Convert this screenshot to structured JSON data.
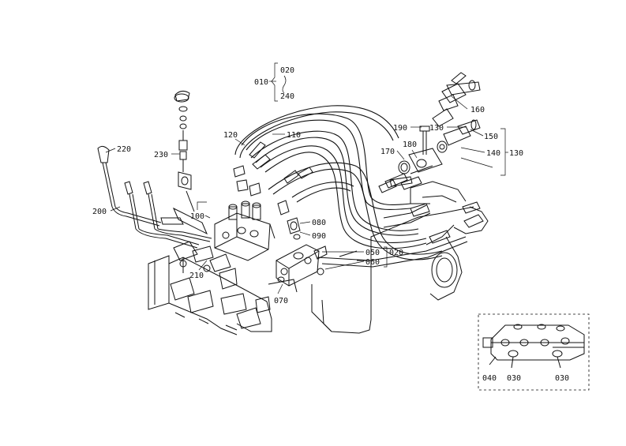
{
  "diagram": {
    "labels": {
      "l010": "010",
      "l020_top": "020",
      "l240": "240",
      "l160": "160",
      "l190": "190",
      "l130_a": "130",
      "l150": "150",
      "l140": "140",
      "l130_b": "130",
      "l120": "120",
      "l110": "110",
      "l170": "170",
      "l180": "180",
      "l220": "220",
      "l230": "230",
      "l200": "200",
      "l100": "100",
      "l080": "080",
      "l090": "090",
      "l050": "050",
      "l060": "060",
      "l020_mid": "020",
      "l210": "210",
      "l070": "070"
    },
    "inset": {
      "l040": "040",
      "l030_a": "030",
      "l030_b": "030"
    }
  }
}
